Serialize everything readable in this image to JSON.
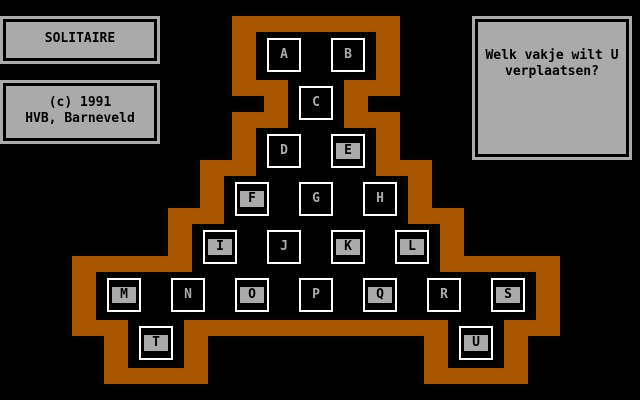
{
  "title_panel": {
    "title": "SOLITAIRE"
  },
  "credits_panel": {
    "line1": "(c) 1991",
    "line2": "HVB, Barneveld"
  },
  "prompt_panel": {
    "line1": "Welk vakje wilt U",
    "line2": "verplaatsen?"
  },
  "colors": {
    "border": "#aa5500",
    "panel": "#aaaaaa",
    "line": "#ffffff"
  },
  "cells": [
    {
      "label": "A",
      "filled": false
    },
    {
      "label": "B",
      "filled": false
    },
    {
      "label": "C",
      "filled": false
    },
    {
      "label": "D",
      "filled": false
    },
    {
      "label": "E",
      "filled": true
    },
    {
      "label": "F",
      "filled": true
    },
    {
      "label": "G",
      "filled": false
    },
    {
      "label": "H",
      "filled": false
    },
    {
      "label": "I",
      "filled": true
    },
    {
      "label": "J",
      "filled": false
    },
    {
      "label": "K",
      "filled": true
    },
    {
      "label": "L",
      "filled": true
    },
    {
      "label": "M",
      "filled": true
    },
    {
      "label": "N",
      "filled": false
    },
    {
      "label": "O",
      "filled": true
    },
    {
      "label": "P",
      "filled": false
    },
    {
      "label": "Q",
      "filled": true
    },
    {
      "label": "R",
      "filled": false
    },
    {
      "label": "S",
      "filled": true
    },
    {
      "label": "T",
      "filled": true
    },
    {
      "label": "U",
      "filled": true
    }
  ]
}
